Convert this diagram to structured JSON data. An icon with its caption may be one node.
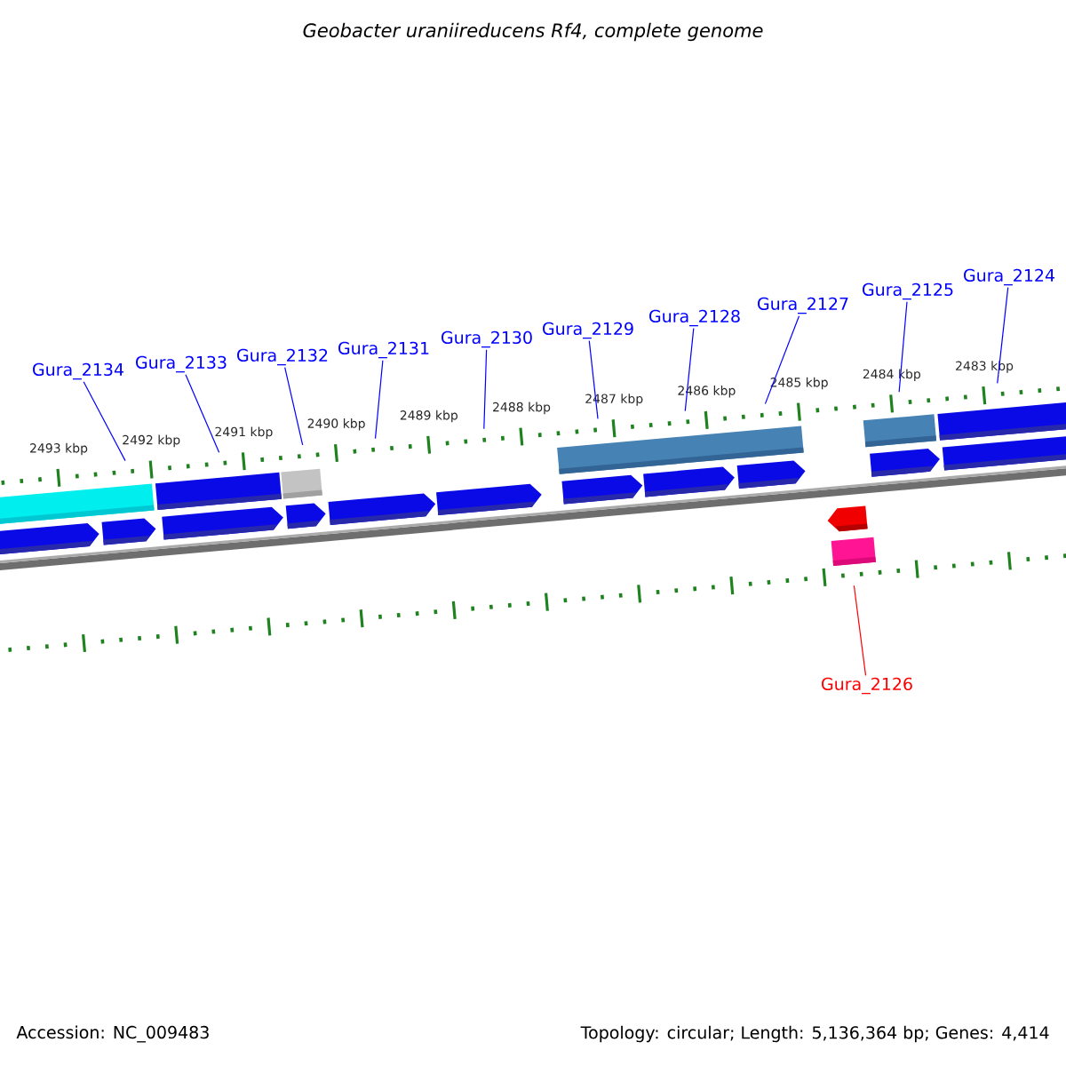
{
  "diagram": {
    "title": "Geobacter uraniireducens Rf4, complete genome",
    "nodes": [
      {
        "text": [
          "Gura_2134"
        ]
      },
      {
        "text": [
          "Gura_2133"
        ]
      },
      {
        "text": [
          "Gura_2132"
        ]
      },
      {
        "text": [
          "Gura_2131"
        ]
      },
      {
        "text": [
          "Gura_2130"
        ]
      },
      {
        "text": [
          "Gura_2129"
        ]
      },
      {
        "text": [
          "Gura_2128"
        ]
      },
      {
        "text": [
          "Gura_2127"
        ]
      },
      {
        "text": [
          "Gura_2125"
        ]
      },
      {
        "text": [
          "Gura_2124"
        ]
      },
      {
        "text": [
          "Gura_2126"
        ]
      },
      {
        "text": [],
        "shape": "ruler"
      },
      {
        "text": [],
        "shape": "ruler"
      }
    ],
    "edges": [
      {
        "from": 0,
        "to": 11,
        "arrow": "none"
      },
      {
        "from": 1,
        "to": 11,
        "arrow": "none"
      },
      {
        "from": 2,
        "to": 11,
        "arrow": "none"
      },
      {
        "from": 3,
        "to": 11,
        "arrow": "none"
      },
      {
        "from": 4,
        "to": 11,
        "arrow": "none"
      },
      {
        "from": 5,
        "to": 11,
        "arrow": "none"
      },
      {
        "from": 6,
        "to": 11,
        "arrow": "none"
      },
      {
        "from": 7,
        "to": 11,
        "arrow": "none"
      },
      {
        "from": 8,
        "to": 11,
        "arrow": "none"
      },
      {
        "from": 9,
        "to": 11,
        "arrow": "none"
      },
      {
        "from": 10,
        "to": 12,
        "arrow": "none",
        "color": "#ff0000"
      }
    ],
    "labels": [
      "2493 kbp",
      "2492 kbp",
      "2491 kbp",
      "2490 kbp",
      "2489 kbp",
      "2488 kbp",
      "2487 kbp",
      "2486 kbp",
      "2485 kbp",
      "2484 kbp",
      "2483 kbp",
      "Accession: NC_009483",
      "Topology: circular; Length: 5,136,364 bp; Genes: 4,414"
    ]
  }
}
